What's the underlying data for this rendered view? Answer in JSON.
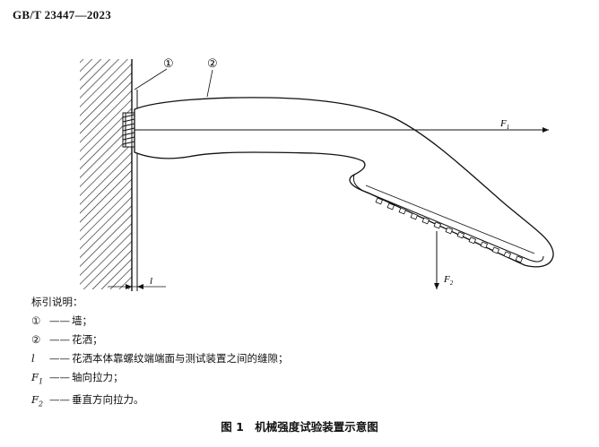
{
  "header": {
    "standard_number": "GB/T 23447—2023"
  },
  "figure": {
    "callouts": [
      {
        "id": "wall",
        "label": "①"
      },
      {
        "id": "shower",
        "label": "②"
      }
    ],
    "labels": {
      "f1": "F",
      "f1_sub": "1",
      "f2": "F",
      "f2_sub": "2",
      "gap": "l"
    },
    "caption": "图 1　机械强度试验装置示意图"
  },
  "legend": {
    "title": "标引说明：",
    "dash": "——",
    "items": [
      {
        "symbol": "①",
        "symbol_sub": "",
        "text": "墙；"
      },
      {
        "symbol": "②",
        "symbol_sub": "",
        "text": "花洒；"
      },
      {
        "symbol": "l",
        "symbol_sub": "",
        "text": "花洒本体靠螺纹端端面与测试装置之间的缝隙；"
      },
      {
        "symbol": "F",
        "symbol_sub": "1",
        "text": "轴向拉力；"
      },
      {
        "symbol": "F",
        "symbol_sub": "2",
        "text": "垂直方向拉力。"
      }
    ]
  }
}
